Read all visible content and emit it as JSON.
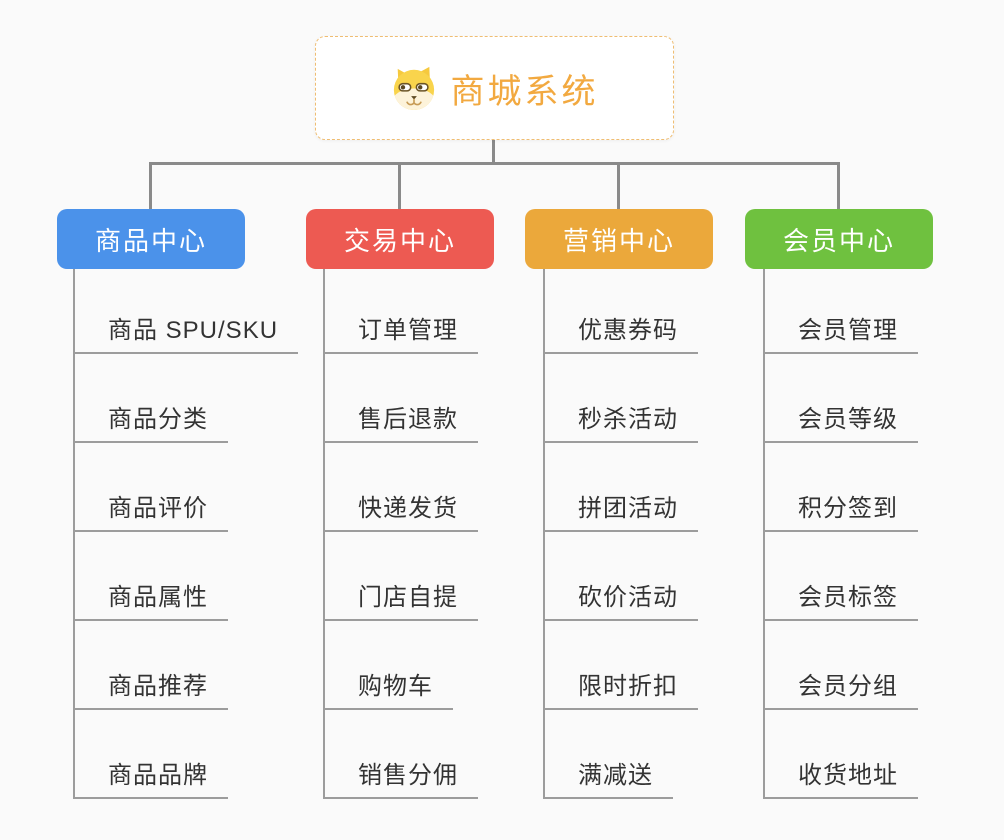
{
  "root": {
    "title": "商城系统",
    "icon": "dog-face-icon",
    "title_color": "#f2a940",
    "border_color": "#efbd72"
  },
  "connectors": {
    "trunk_color": "#8a8a8a",
    "child_line_color": "#9c9c9c"
  },
  "branches": [
    {
      "id": "product-center",
      "label": "商品中心",
      "color": "#4b92ea",
      "children": [
        "商品 SPU/SKU",
        "商品分类",
        "商品评价",
        "商品属性",
        "商品推荐",
        "商品品牌"
      ]
    },
    {
      "id": "trade-center",
      "label": "交易中心",
      "color": "#ed5a52",
      "children": [
        "订单管理",
        "售后退款",
        "快递发货",
        "门店自提",
        "购物车",
        "销售分佣"
      ]
    },
    {
      "id": "marketing-center",
      "label": "营销中心",
      "color": "#eba83b",
      "children": [
        "优惠券码",
        "秒杀活动",
        "拼团活动",
        "砍价活动",
        "限时折扣",
        "满减送"
      ]
    },
    {
      "id": "member-center",
      "label": "会员中心",
      "color": "#6fc13f",
      "children": [
        "会员管理",
        "会员等级",
        "积分签到",
        "会员标签",
        "会员分组",
        "收货地址"
      ]
    }
  ]
}
